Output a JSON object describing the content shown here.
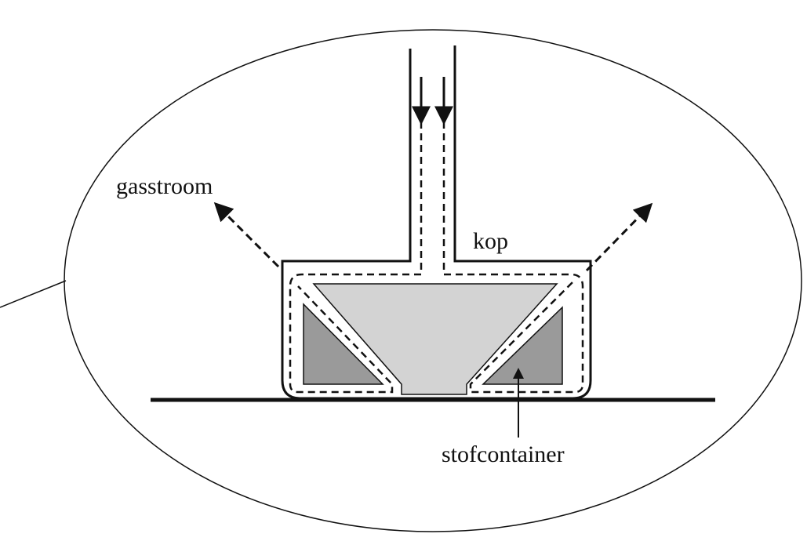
{
  "labels": {
    "gas_flow": "gasstroom",
    "head": "kop",
    "dust_container": "stofcontainer"
  },
  "colors": {
    "line": "#111111",
    "background": "#ffffff",
    "nozzle_fill": "#d3d3d3",
    "container_fill": "#9a9a9a"
  }
}
